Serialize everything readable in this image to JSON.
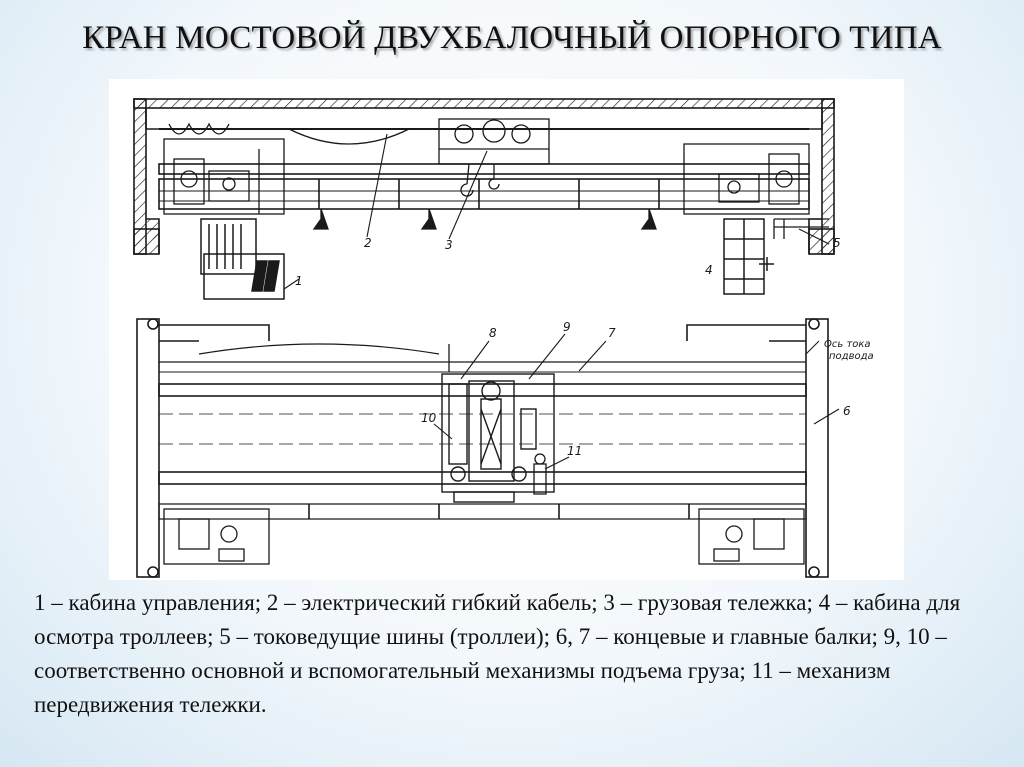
{
  "slide": {
    "title": "КРАН МОСТОВОЙ ДВУХБАЛОЧНЫЙ ОПОРНОГО ТИПА",
    "caption": "1 – кабина управления; 2 – электрический гибкий кабель; 3 – грузовая тележка; 4 – кабина для осмотра троллеев; 5 – токоведущие шины (троллеи); 6, 7 – концевые и главные балки; 9, 10 – соответственно основной и вспомогательный механизмы подъема груза; 11 – механизм передвижения тележки."
  },
  "drawing": {
    "callouts": {
      "c1": "1",
      "c2": "2",
      "c3": "3",
      "c4": "4",
      "c5": "5",
      "c6": "6",
      "c7": "7",
      "c8": "8",
      "c9": "9",
      "c10": "10",
      "c11": "11"
    },
    "axis_label_line1": "Ось тока",
    "axis_label_line2": "подвода"
  },
  "colors": {
    "ink": "#1a1a1a",
    "background_edge": "#d6e7f3"
  }
}
